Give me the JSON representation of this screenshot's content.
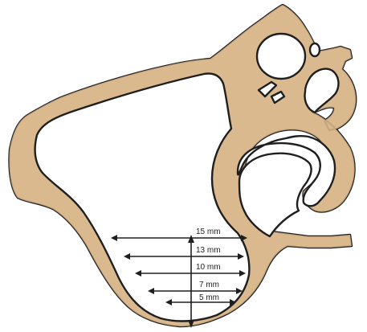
{
  "diagram": {
    "measurements": [
      {
        "label": "15 mm",
        "value_mm": 15
      },
      {
        "label": "13 mm",
        "value_mm": 13
      },
      {
        "label": "10 mm",
        "value_mm": 10
      },
      {
        "label": "7 mm",
        "value_mm": 7
      },
      {
        "label": "5 mm",
        "value_mm": 5
      }
    ],
    "colors": {
      "bone": "#f5d9b3",
      "marrow_spots": "#d8b58a",
      "outline": "#1f1f1f",
      "cavity": "#ffffff"
    }
  }
}
